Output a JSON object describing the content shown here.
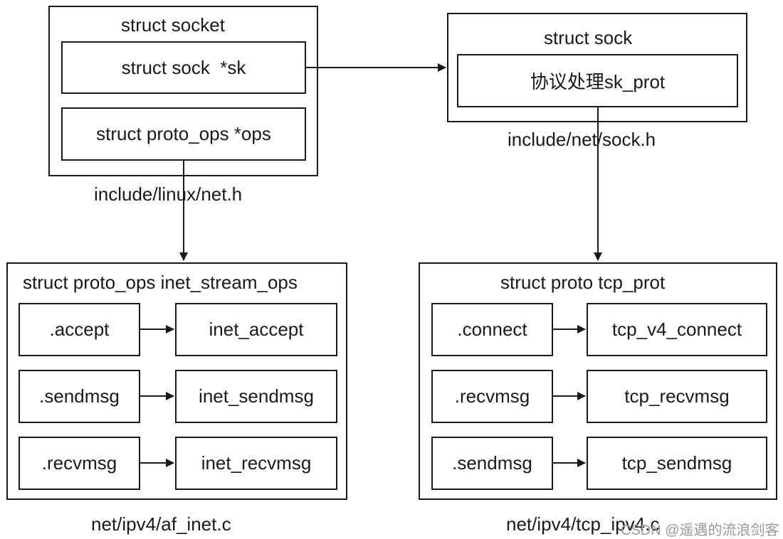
{
  "socket": {
    "title": "struct socket",
    "sk": "struct sock  *sk",
    "ops": "struct proto_ops *ops",
    "path": "include/linux/net.h"
  },
  "sock": {
    "title": "struct sock",
    "sk_prot": "协议处理sk_prot",
    "path": "include/net/sock.h"
  },
  "inet_ops": {
    "title": "struct proto_ops inet_stream_ops",
    "rows": [
      {
        "field": ".accept",
        "impl": "inet_accept"
      },
      {
        "field": ".sendmsg",
        "impl": "inet_sendmsg"
      },
      {
        "field": ".recvmsg",
        "impl": "inet_recvmsg"
      }
    ],
    "path": "net/ipv4/af_inet.c"
  },
  "tcp_prot": {
    "title": "struct proto tcp_prot",
    "rows": [
      {
        "field": ".connect",
        "impl": "tcp_v4_connect"
      },
      {
        "field": ".recvmsg",
        "impl": "tcp_recvmsg"
      },
      {
        "field": ".sendmsg",
        "impl": "tcp_sendmsg"
      }
    ],
    "path": "net/ipv4/tcp_ipv4.c"
  },
  "watermark": "CSDN @遥遇的流浪剑客",
  "colors": {
    "stroke": "#1a1a1a",
    "watermark": "#9a9a9a"
  }
}
